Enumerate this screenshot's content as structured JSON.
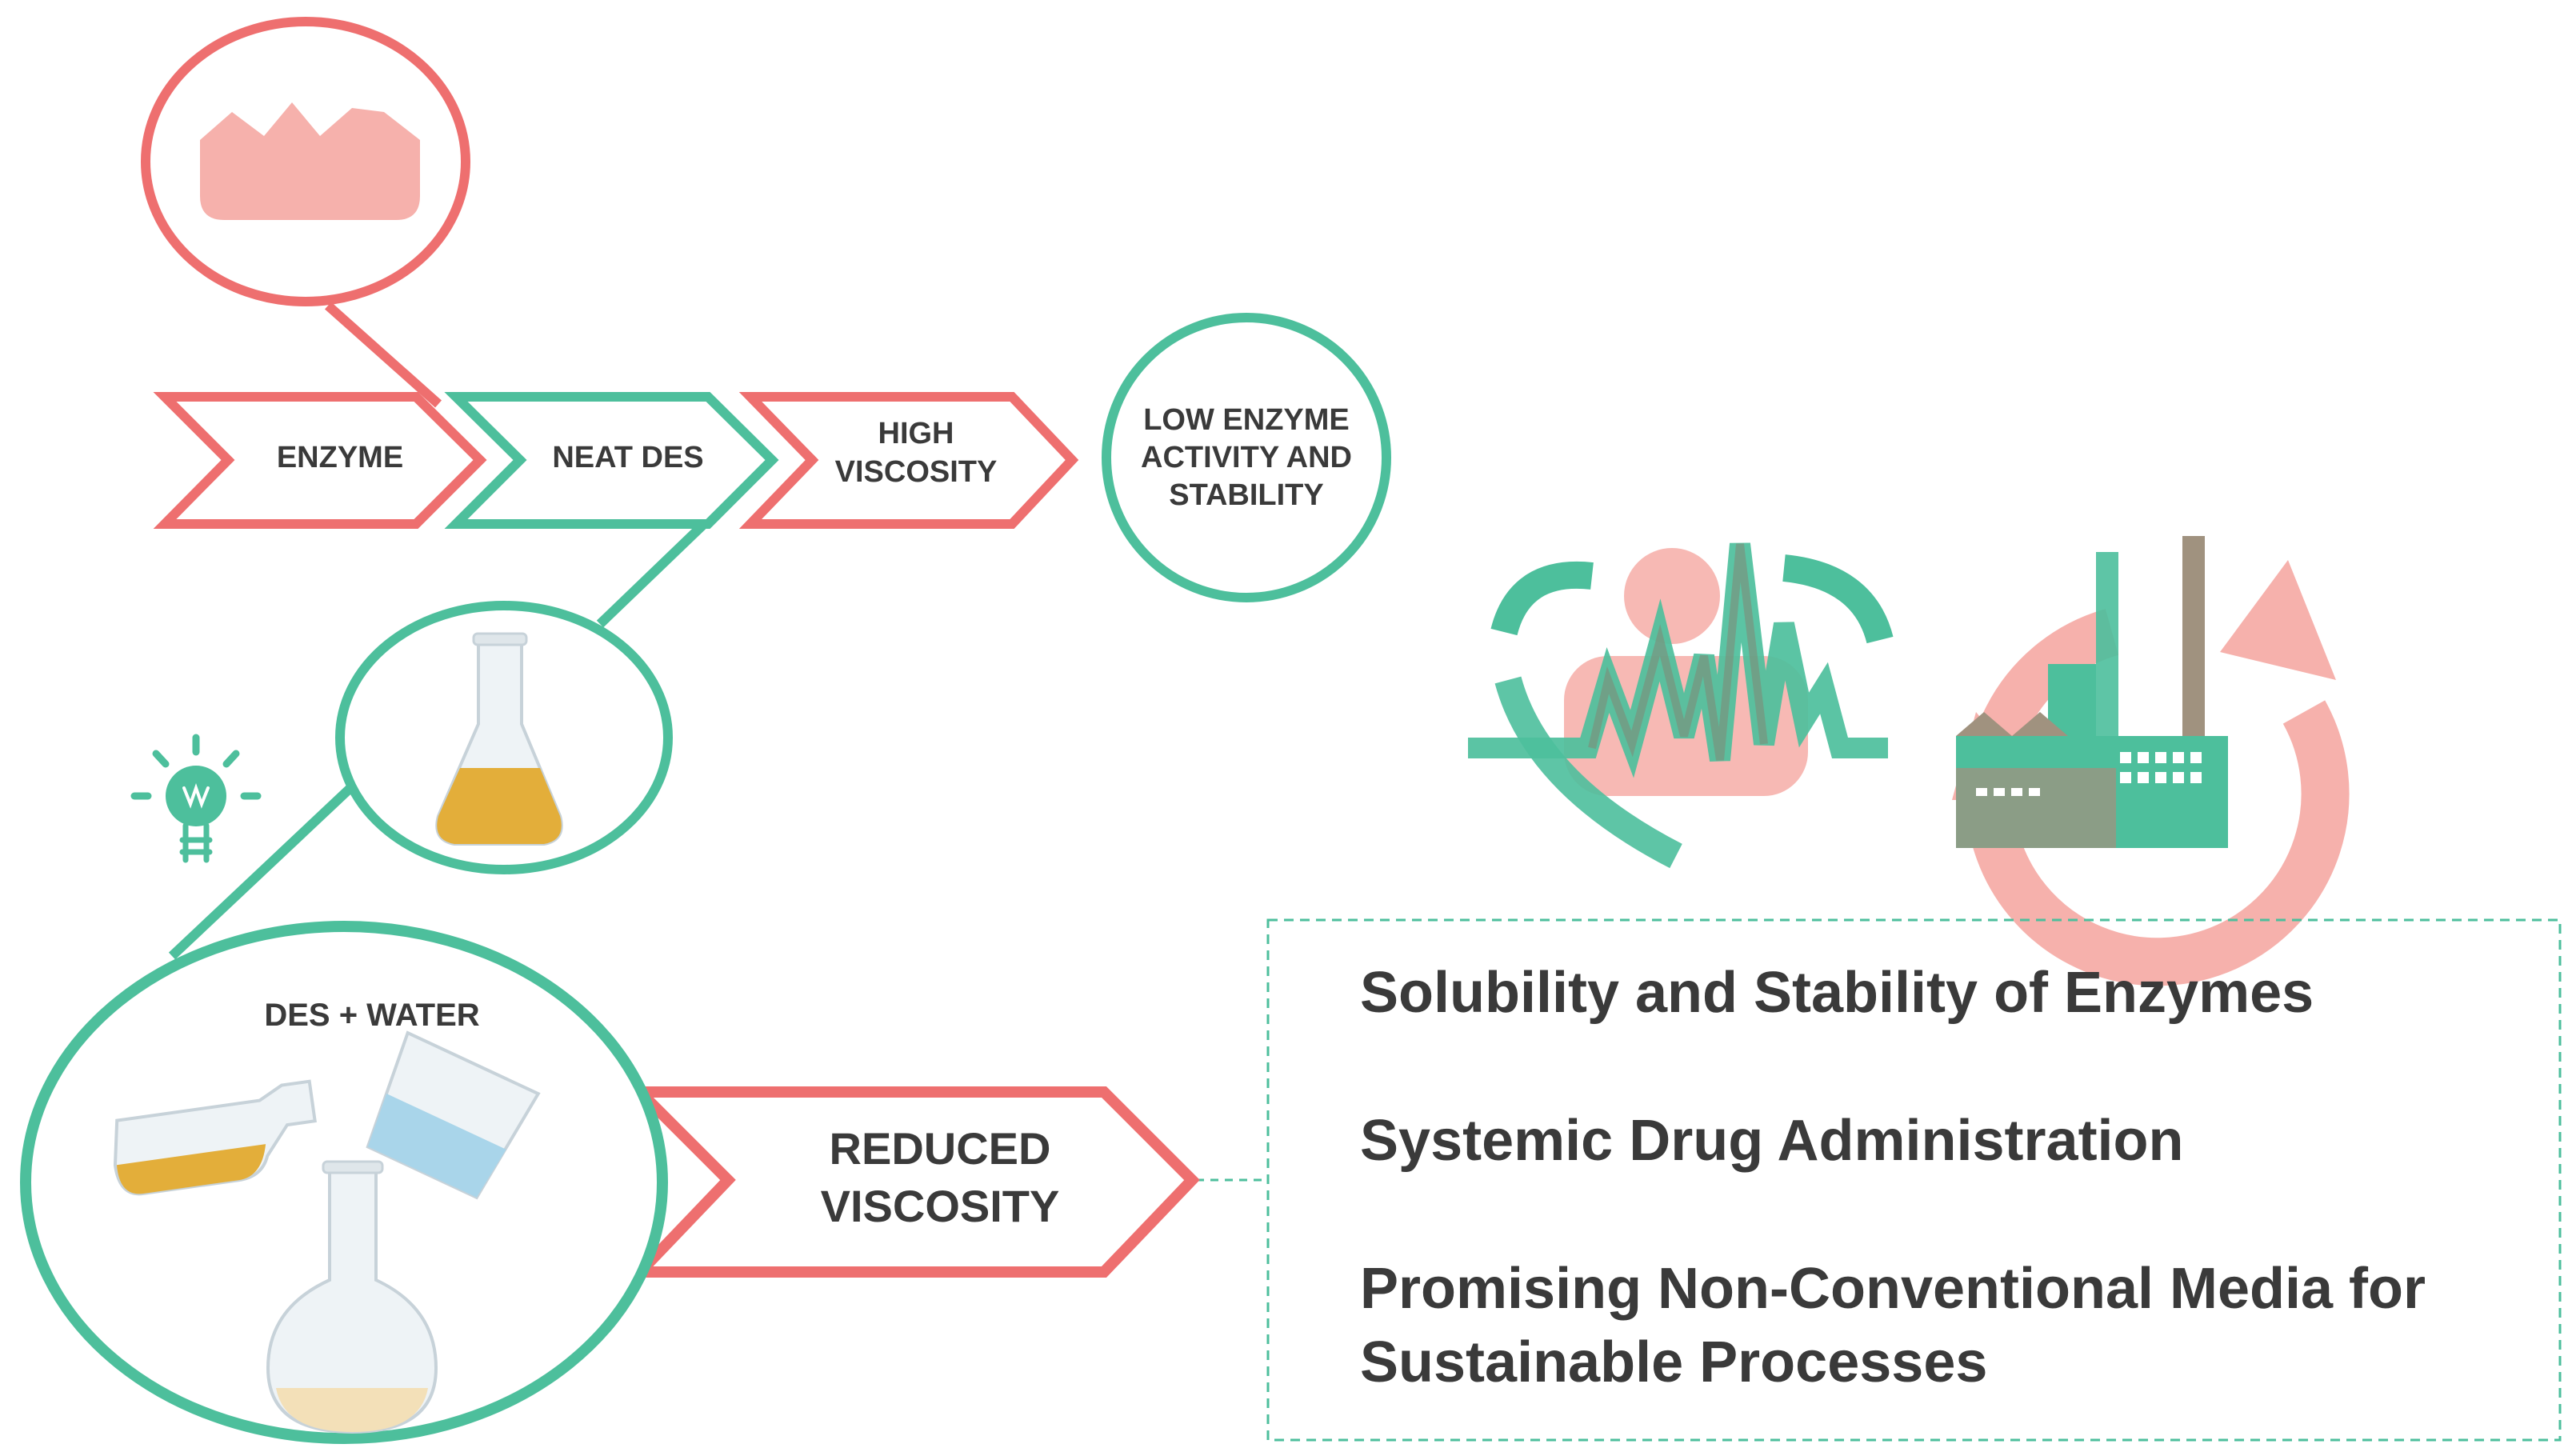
{
  "colors": {
    "coral": "#ee6f6f",
    "teal": "#4dbf9c",
    "pink": "#f6b1ac",
    "text": "#3a3a3a",
    "amber": "#e3ae3a",
    "water": "#a9d5ea"
  },
  "flow": {
    "enzyme": "ENZYME",
    "neat_des": "NEAT DES",
    "high_viscosity": [
      "HIGH",
      "VISCOSITY"
    ],
    "low_activity": [
      "LOW ENZYME",
      "ACTIVITY AND",
      "STABILITY"
    ]
  },
  "mixture": {
    "label": "DES + WATER",
    "reduced_viscosity": [
      "REDUCED",
      "VISCOSITY"
    ]
  },
  "applications": [
    [
      "Solubility and Stability of Enzymes"
    ],
    [
      "Systemic Drug Administration"
    ],
    [
      "Promising Non-Conventional Media for",
      "Sustainable Processes"
    ]
  ],
  "icons": [
    "enzyme-icon",
    "flask-icon",
    "lightbulb-icon",
    "glassware-icon",
    "heartbeat-icon",
    "factory-recycle-icon"
  ]
}
